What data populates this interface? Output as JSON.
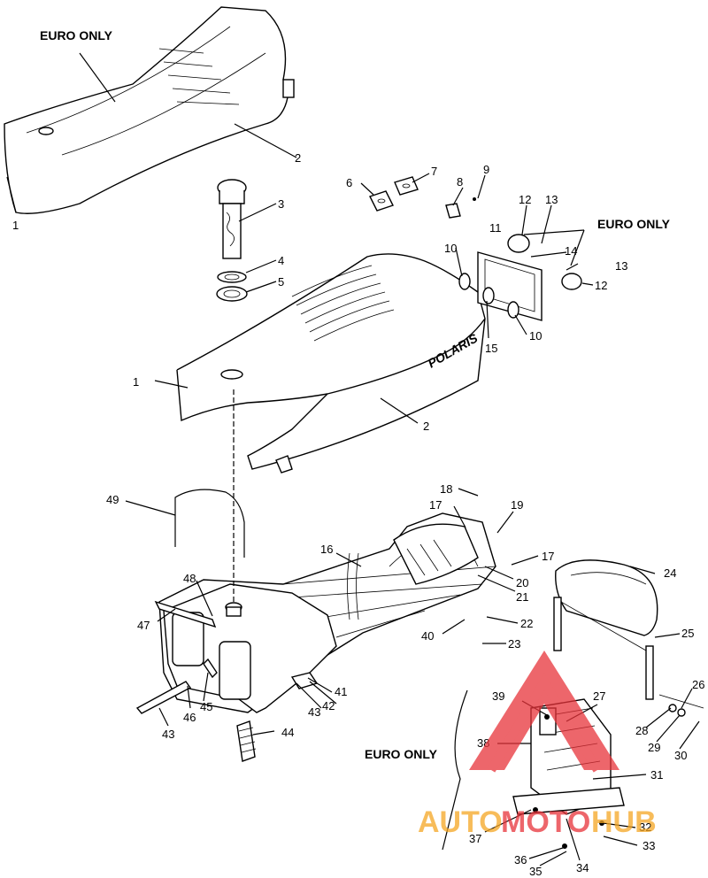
{
  "annotations": {
    "euro_only_top": "EURO ONLY",
    "euro_only_right": "EURO ONLY",
    "euro_only_lower": "EURO ONLY"
  },
  "callouts": [
    "1",
    "2",
    "3",
    "4",
    "5",
    "6",
    "7",
    "8",
    "9",
    "10",
    "11",
    "12",
    "13",
    "14",
    "13",
    "12",
    "10",
    "15",
    "1",
    "2",
    "18",
    "17",
    "19",
    "49",
    "16",
    "17",
    "20",
    "21",
    "22",
    "40",
    "23",
    "48",
    "47",
    "41",
    "42",
    "43",
    "46",
    "45",
    "43",
    "44",
    "24",
    "25",
    "26",
    "39",
    "27",
    "28",
    "29",
    "30",
    "38",
    "31",
    "32",
    "33",
    "36",
    "35",
    "34",
    "37"
  ],
  "watermark": {
    "part1": "AUTO",
    "part2": "MOTO",
    "part3": "HUB",
    "color_red": "#e8333a",
    "color_orange": "#f5a623"
  }
}
